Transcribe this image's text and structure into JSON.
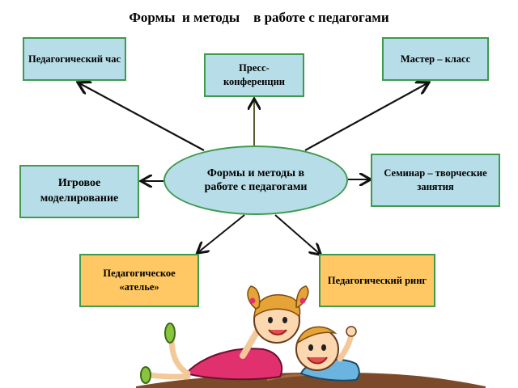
{
  "title": "Формы  и методы    в работе с педагогами",
  "center": "Формы  и методы  в работе с педагогами",
  "nodes": {
    "ped_hour": "Педагогический час",
    "press": "Пресс-конференции",
    "master": "Мастер – класс",
    "game": "Игровое моделирование",
    "seminar": "Семинар – творческие занятия",
    "atelier": "Педагогическое «ателье»",
    "ring": "Педагогический ринг"
  },
  "colors": {
    "box_fill": "#b7dde8",
    "box_border": "#3f9a4c",
    "accent_fill": "#ffc864",
    "arrow": "#111111"
  }
}
